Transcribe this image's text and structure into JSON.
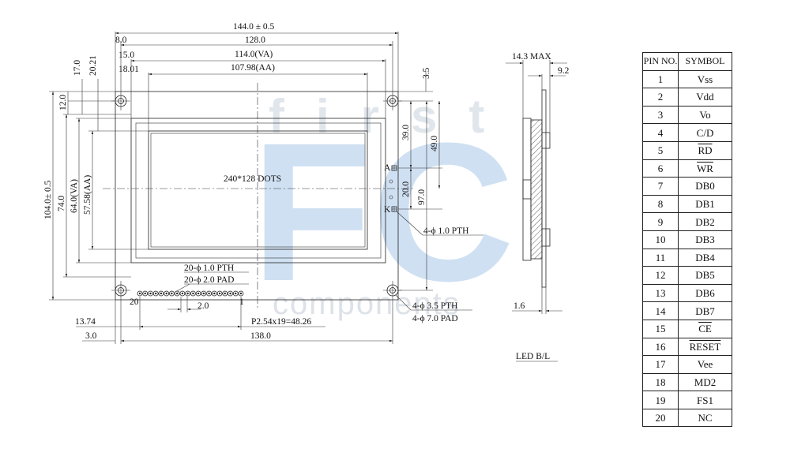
{
  "watermark": {
    "word": "first",
    "logo": "FC",
    "sub": "components",
    "color": "#a9c8e8"
  },
  "front_view": {
    "width_total": "144.0 ± 0.5",
    "pcb_hole_pitch": "128.0",
    "view_area_width": "114.0(VA)",
    "active_area_width": "107.98(AA)",
    "offset_8": "8.0",
    "offset_15": "15.0",
    "offset_1801": "18.01",
    "height_17": "17.0",
    "height_2021": "20.21",
    "height_12": "12.0",
    "height_total": "104.0± 0.5",
    "height_74": "74.0",
    "height_va": "64.0(VA)",
    "height_aa": "57.58(AA)",
    "resolution": "240*128 DOTS",
    "right_35": "3.5",
    "right_39": "39.0",
    "right_49": "49.0",
    "right_20": "20.0",
    "right_97": "97.0",
    "led_a": "A",
    "led_k": "K",
    "led_holes": "4-ϕ 1.0 PTH",
    "mount_holes": "4-ϕ 3.5 PTH",
    "mount_pads": "4-ϕ 7.0 PAD",
    "pin_holes": "20-ϕ 1.0 PTH",
    "pin_pads": "20-ϕ 2.0 PAD",
    "pin_20": "20",
    "pin_1": "1",
    "pin_spacing": "2.0",
    "pin_pitch": "P2.54x19=48.26",
    "bottom_1374": "13.74",
    "bottom_30": "3.0",
    "bottom_138": "138.0"
  },
  "side_view": {
    "max_thickness": "14.3 MAX",
    "depth_92": "9.2",
    "pcb_16": "1.6",
    "led_bl": "LED B/L"
  },
  "pin_table": {
    "header_pin": "PIN NO.",
    "header_symbol": "SYMBOL",
    "rows": [
      {
        "pin": "1",
        "symbol": "Vss",
        "overline": false
      },
      {
        "pin": "2",
        "symbol": "Vdd",
        "overline": false
      },
      {
        "pin": "3",
        "symbol": "Vo",
        "overline": false
      },
      {
        "pin": "4",
        "symbol": "C/D",
        "overline": false
      },
      {
        "pin": "5",
        "symbol": "RD",
        "overline": true
      },
      {
        "pin": "6",
        "symbol": "WR",
        "overline": true
      },
      {
        "pin": "7",
        "symbol": "DB0",
        "overline": false
      },
      {
        "pin": "8",
        "symbol": "DB1",
        "overline": false
      },
      {
        "pin": "9",
        "symbol": "DB2",
        "overline": false
      },
      {
        "pin": "10",
        "symbol": "DB3",
        "overline": false
      },
      {
        "pin": "11",
        "symbol": "DB4",
        "overline": false
      },
      {
        "pin": "12",
        "symbol": "DB5",
        "overline": false
      },
      {
        "pin": "13",
        "symbol": "DB6",
        "overline": false
      },
      {
        "pin": "14",
        "symbol": "DB7",
        "overline": false
      },
      {
        "pin": "15",
        "symbol": "CE",
        "overline": true
      },
      {
        "pin": "16",
        "symbol": "RESET",
        "overline": true
      },
      {
        "pin": "17",
        "symbol": "Vee",
        "overline": false
      },
      {
        "pin": "18",
        "symbol": "MD2",
        "overline": false
      },
      {
        "pin": "19",
        "symbol": "FS1",
        "overline": false
      },
      {
        "pin": "20",
        "symbol": "NC",
        "overline": false
      }
    ]
  }
}
